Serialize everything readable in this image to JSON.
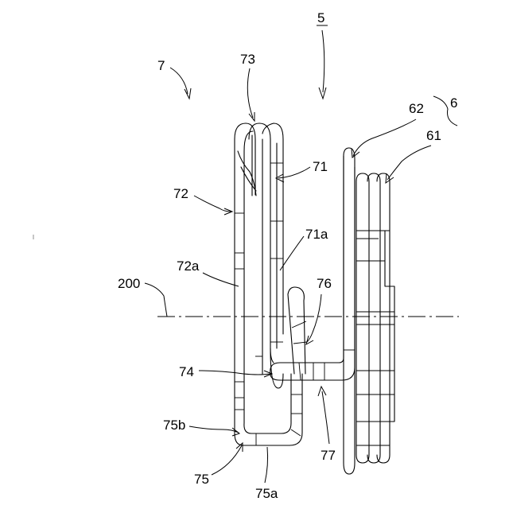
{
  "figure": {
    "main_label": "5",
    "labels": {
      "l7": "7",
      "l73": "73",
      "l6": "6",
      "l62": "62",
      "l61": "61",
      "l71": "71",
      "l72": "72",
      "l71a": "71a",
      "l72a": "72a",
      "l200": "200",
      "l76": "76",
      "l74": "74",
      "l75b": "75b",
      "l77": "77",
      "l75": "75",
      "l75a": "75a"
    }
  }
}
